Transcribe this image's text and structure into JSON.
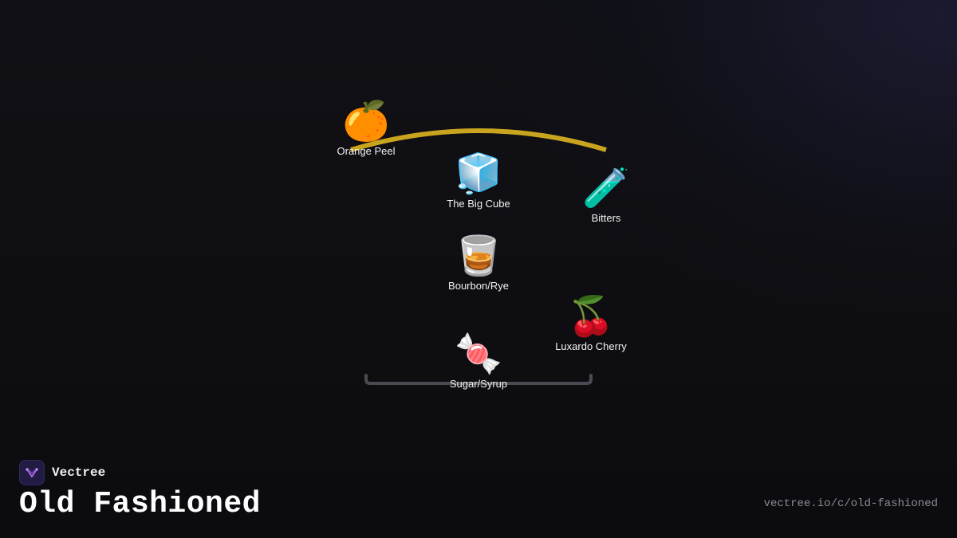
{
  "diagram": {
    "colors": {
      "peel_arc": "#c9a41e",
      "glass_base": "#4a4a52",
      "label_text": "#ffffff"
    },
    "nodes": [
      {
        "id": "orange-peel",
        "emoji": "🍊",
        "label": "Orange Peel",
        "icon": "orange-icon"
      },
      {
        "id": "big-cube",
        "emoji": "🧊",
        "label": "The Big Cube",
        "icon": "ice-cube-icon"
      },
      {
        "id": "bitters",
        "emoji": "🧪",
        "label": "Bitters",
        "icon": "test-tube-icon"
      },
      {
        "id": "bourbon",
        "emoji": "🥃",
        "label": "Bourbon/Rye",
        "icon": "tumbler-glass-icon"
      },
      {
        "id": "cherry",
        "emoji": "🍒",
        "label": "Luxardo Cherry",
        "icon": "cherries-icon"
      },
      {
        "id": "sugar",
        "emoji": "🍬",
        "label": "Sugar/Syrup",
        "icon": "candy-icon"
      }
    ]
  },
  "brand": {
    "name": "Vectree",
    "logo_color": "#b46be8"
  },
  "page": {
    "title": "Old Fashioned",
    "url": "vectree.io/c/old-fashioned"
  }
}
